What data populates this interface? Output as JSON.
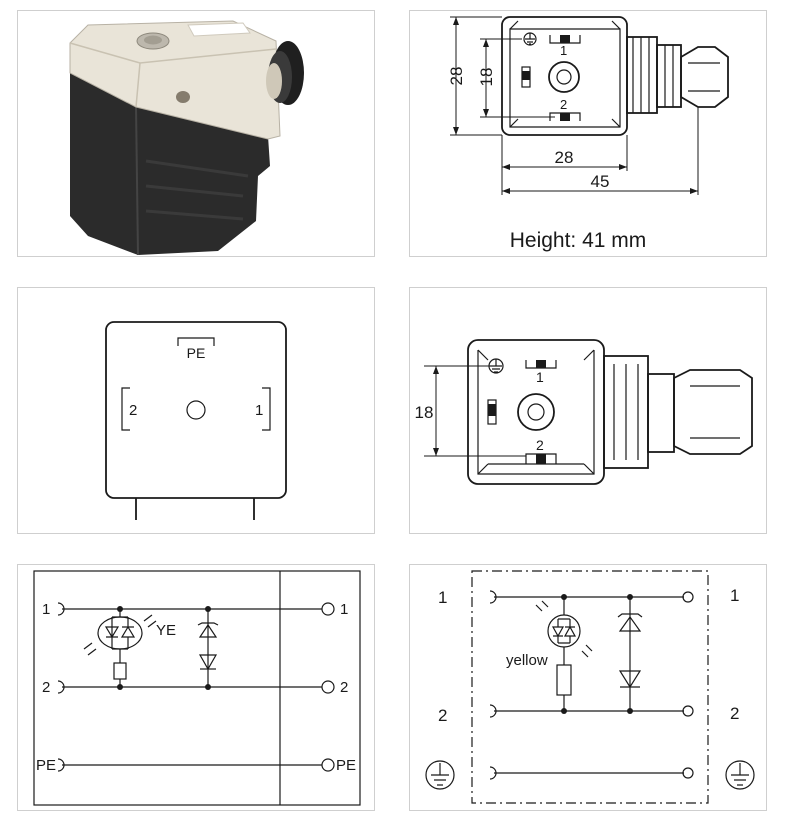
{
  "panel_top_right": {
    "dim_height_outer": "28",
    "dim_height_inner": "18",
    "dim_width_body": "28",
    "dim_width_total": "45",
    "pin1": "1",
    "pin2": "2",
    "height_note": "Height: 41 mm"
  },
  "panel_mid_left": {
    "pe_label": "PE",
    "pin_left": "2",
    "pin_right": "1"
  },
  "panel_mid_right": {
    "dim_height_inner": "18",
    "pin1": "1",
    "pin2": "2"
  },
  "panel_bottom_left": {
    "terminals_left": [
      "1",
      "2",
      "PE"
    ],
    "terminals_right": [
      "1",
      "2",
      "PE"
    ],
    "led_label": "YE"
  },
  "panel_bottom_right": {
    "terminal_1_left": "1",
    "terminal_1_right": "1",
    "terminal_2_left": "2",
    "terminal_2_right": "2",
    "led_label": "yellow"
  },
  "colors": {
    "line": "#1a1a1a",
    "panel_border": "#cfcfcf",
    "housing_black": "#2b2b2b",
    "cap_clear": "#e9e4d8"
  },
  "icons": [
    "ground-symbol-icon",
    "led-symbol-icon",
    "diode-symbol-icon",
    "resistor-symbol-icon"
  ]
}
